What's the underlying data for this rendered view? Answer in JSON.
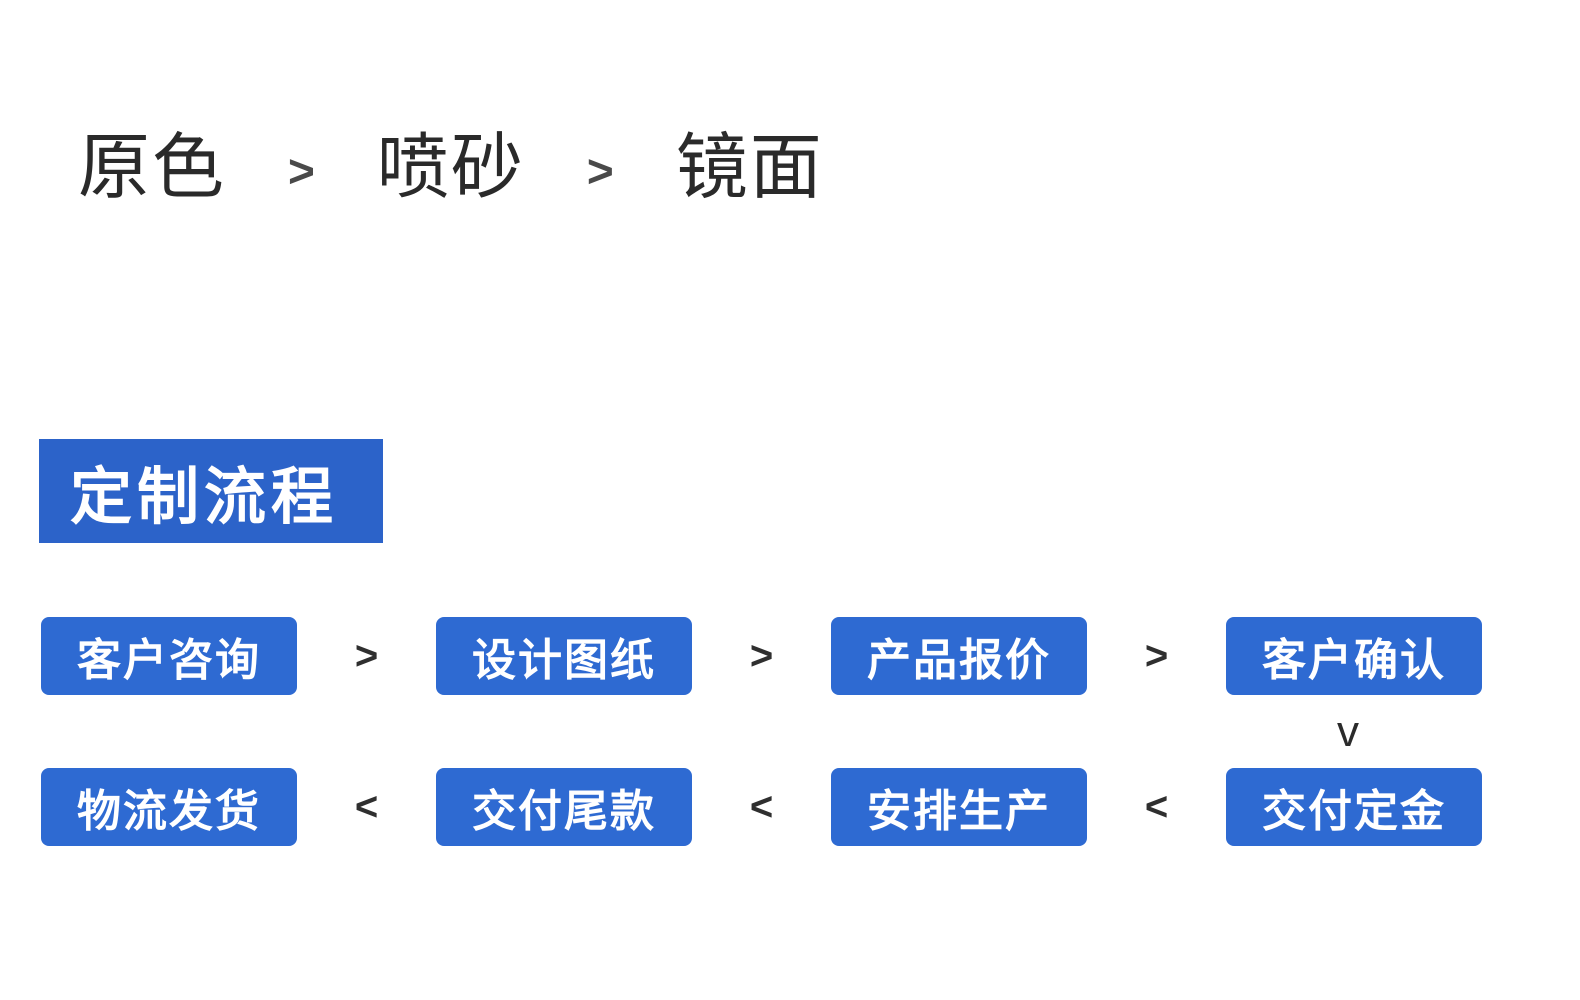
{
  "finish_row": {
    "options": [
      "原色",
      "喷砂",
      "镜面"
    ],
    "separator": ">"
  },
  "section": {
    "title": "定制流程"
  },
  "flow": {
    "row1": {
      "steps": [
        "客户咨询",
        "设计图纸",
        "产品报价",
        "客户确认"
      ],
      "separator": ">"
    },
    "down_connector": "v",
    "row2": {
      "steps": [
        "物流发货",
        "交付尾款",
        "安排生产",
        "交付定金"
      ],
      "separator": "<"
    }
  },
  "colors": {
    "box_blue": "#2e6ad2",
    "banner_blue": "#2c63c9",
    "text_dark": "#2a2a2a",
    "box_text": "#ffffff"
  }
}
